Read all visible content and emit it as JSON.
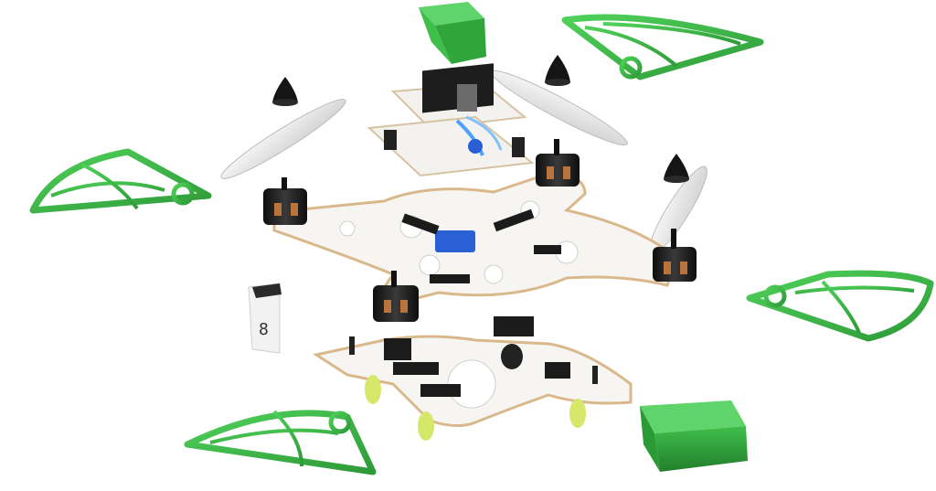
{
  "scene": {
    "subject": "exploded-view-quadcopter-drone",
    "colors": {
      "background": "#ffffff",
      "guard_green": "#3fbf4a",
      "guard_green_dark": "#2e9a38",
      "frame_white": "#f4f4f2",
      "frame_edge": "#d9b98c",
      "motor_black": "#1a1a1a",
      "motor_copper": "#b8743a",
      "propeller_gray": "#e6e6e6",
      "cover_green": "#3fbf4a",
      "battery_green": "#2fa53a",
      "connector_blue": "#2a5fd6",
      "lime_leg": "#d6e86a"
    },
    "parts": [
      "propeller-guard",
      "propeller",
      "spinner-cone",
      "brushless-motor",
      "main-frame",
      "flight-controller",
      "power-board",
      "battery",
      "top-cover",
      "seven-segment-display"
    ]
  }
}
